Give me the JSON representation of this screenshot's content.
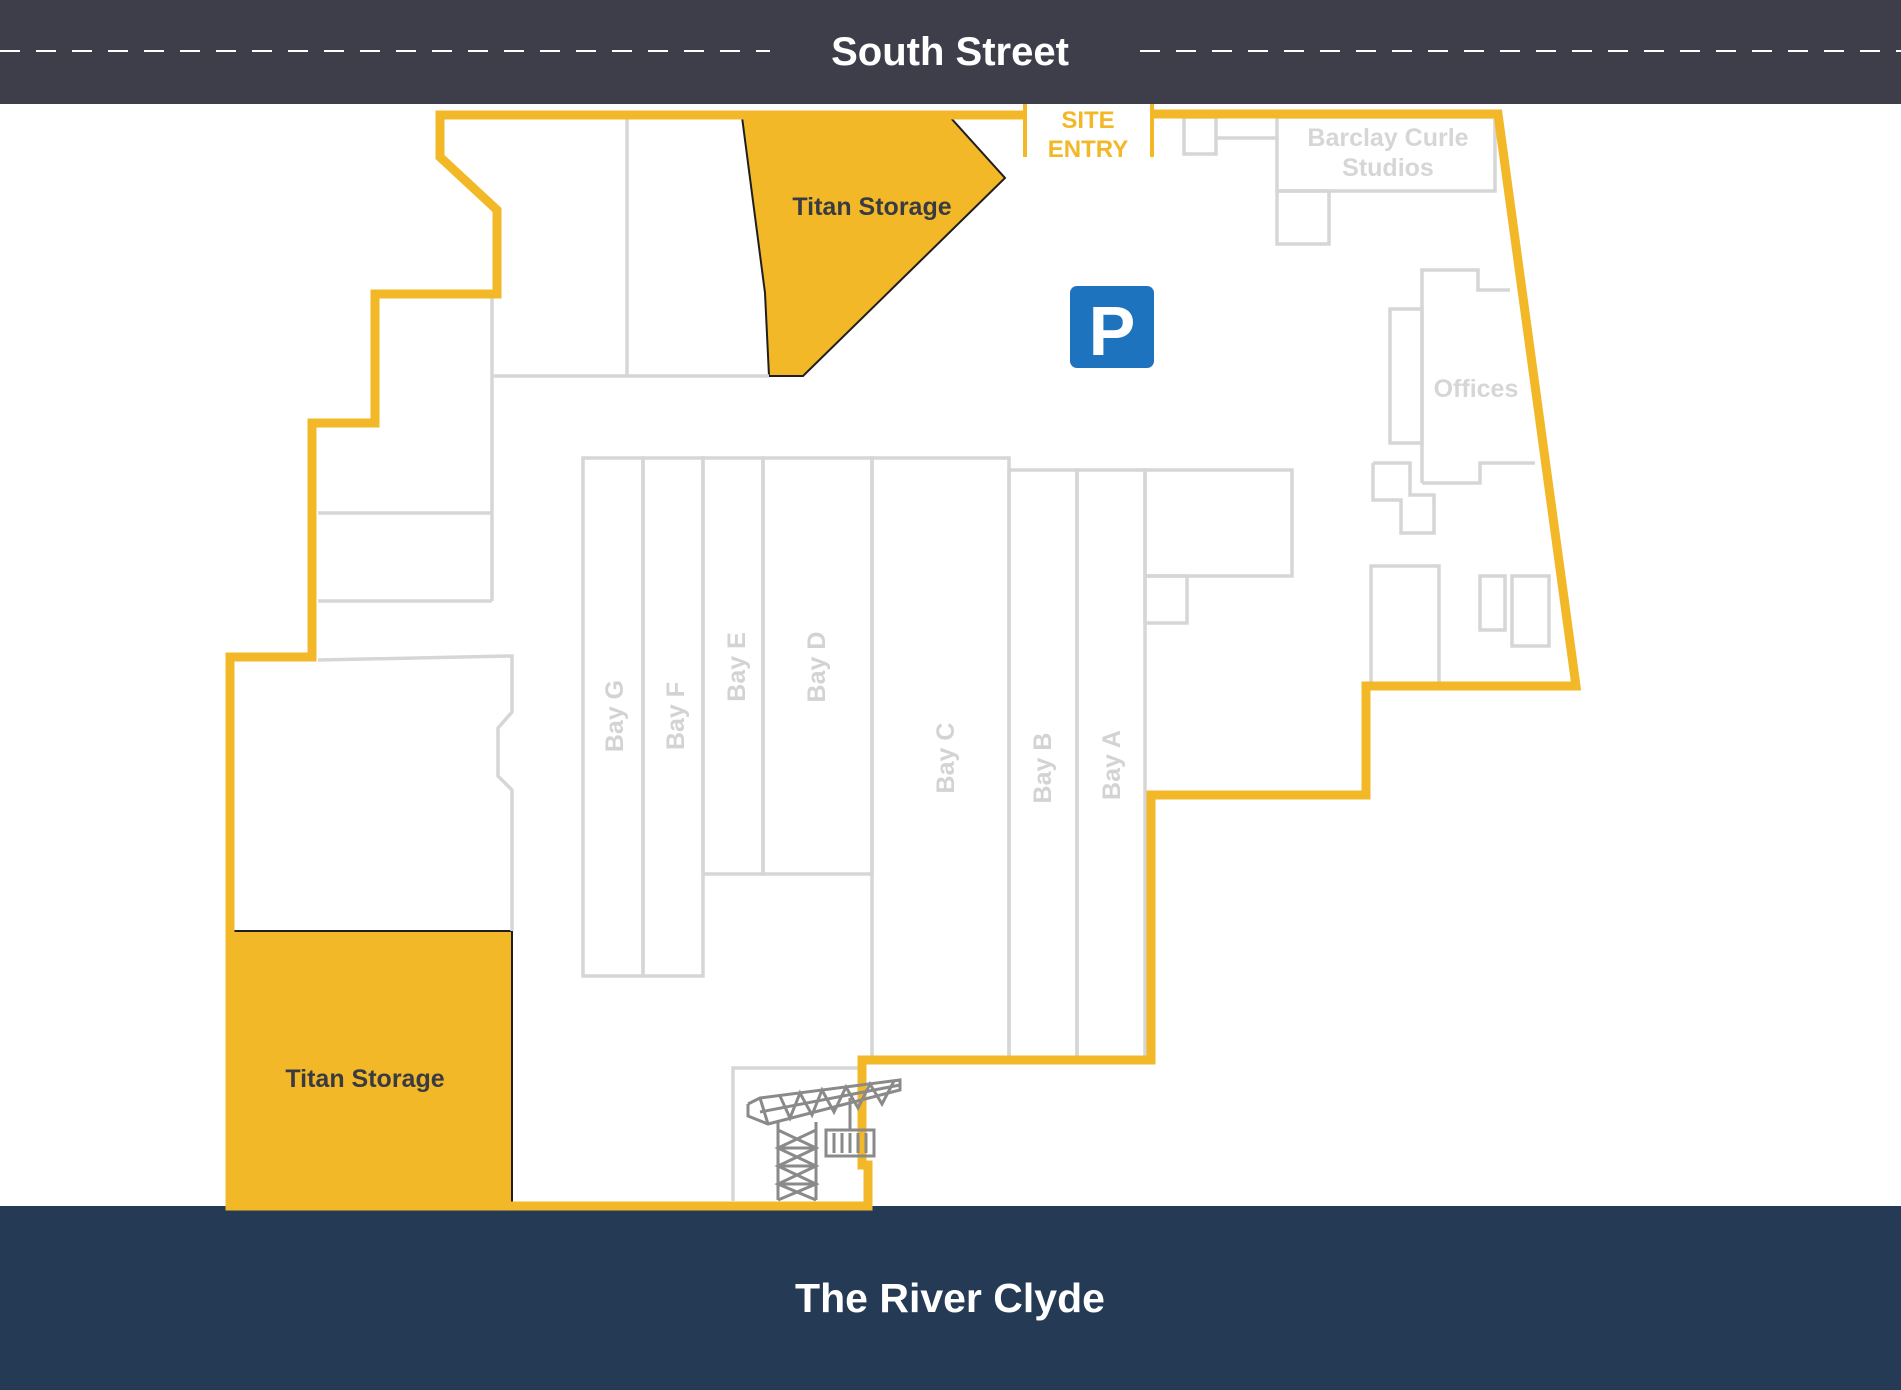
{
  "streets": {
    "north": "South Street",
    "south": "The River Clyde"
  },
  "site_entry": {
    "line1": "SITE",
    "line2": "ENTRY"
  },
  "areas": {
    "titan_storage_north": "Titan Storage",
    "titan_storage_south": "Titan Storage",
    "studios_line1": "Barclay Curle",
    "studios_line2": "Studios",
    "offices": "Offices"
  },
  "bays": {
    "a": "Bay A",
    "b": "Bay B",
    "c": "Bay C",
    "d": "Bay D",
    "e": "Bay E",
    "f": "Bay F",
    "g": "Bay G"
  },
  "parking": {
    "symbol": "P",
    "icon": "parking-icon"
  },
  "crane": {
    "icon": "crane-icon"
  },
  "colors": {
    "road": "#3d3e4a",
    "river": "#253a55",
    "boundary": "#f2b827",
    "storage_fill": "#f2b827",
    "unit_outline": "#d6d6d6",
    "parking_sign": "#1e73be"
  }
}
